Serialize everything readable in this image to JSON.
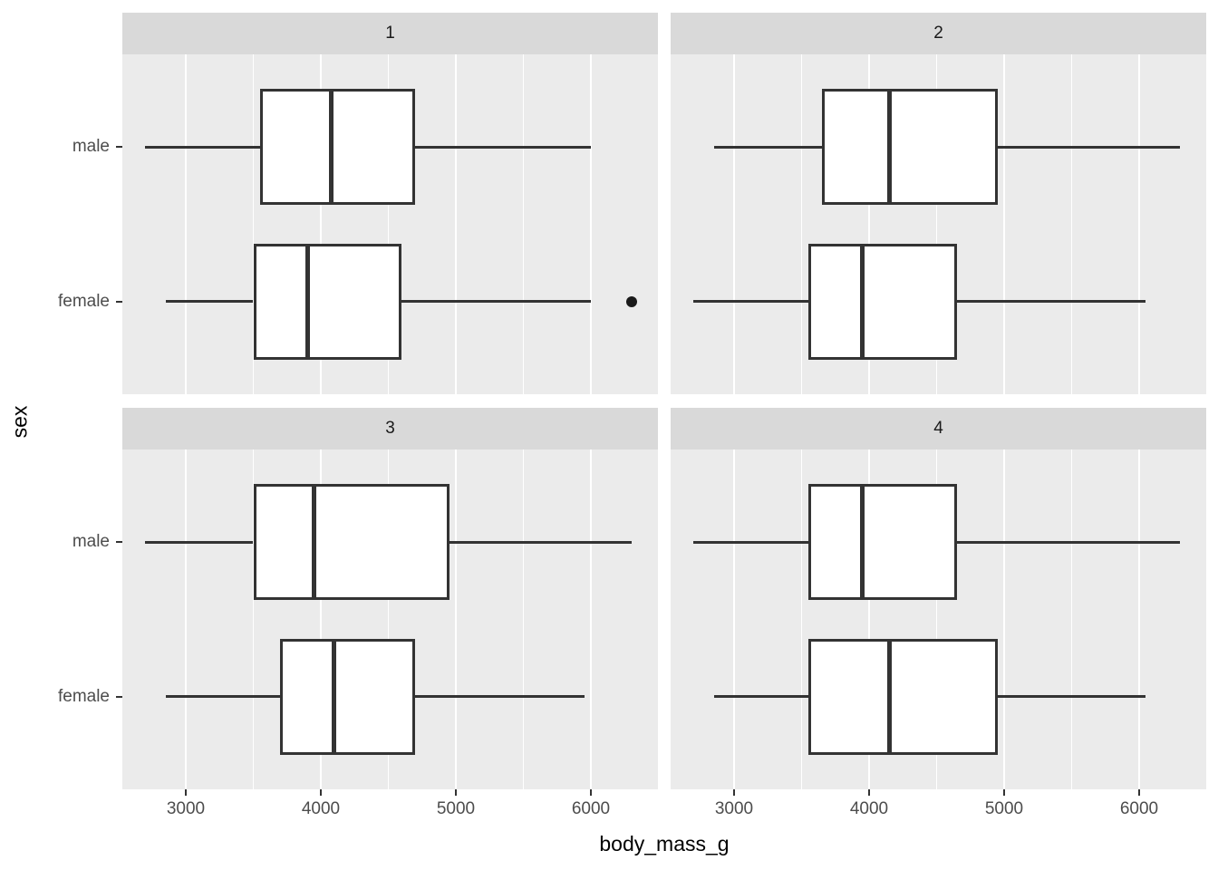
{
  "figure": {
    "background": "#ffffff",
    "panel_background": "#ebebeb",
    "strip_background": "#d9d9d9",
    "gridline_color": "#ffffff",
    "box_line_color": "#333333",
    "outlier_color": "#1a1a1a",
    "axis_text_color": "#4d4d4d",
    "axis_title_color": "#000000"
  },
  "axes": {
    "x_title": "body_mass_g",
    "y_title": "sex",
    "x_tick_labels": [
      "3000",
      "4000",
      "5000",
      "6000"
    ],
    "y_tick_labels": [
      "male",
      "female"
    ]
  },
  "chart_data": {
    "type": "boxplot",
    "orientation": "horizontal",
    "xlabel": "body_mass_g",
    "ylabel": "sex",
    "x_domain": [
      2530,
      6500
    ],
    "x_major_ticks": [
      3000,
      4000,
      5000,
      6000
    ],
    "x_minor_gridlines": [
      3500,
      4500,
      5500
    ],
    "y_categories": [
      "male",
      "female"
    ],
    "grid": true,
    "legend": "none",
    "facets": [
      {
        "label": "1",
        "boxes": [
          {
            "group": "male",
            "whisker_min": 2700,
            "q1": 3550,
            "median": 4075,
            "q3": 4700,
            "whisker_max": 6000,
            "outliers": []
          },
          {
            "group": "female",
            "whisker_min": 2850,
            "q1": 3500,
            "median": 3900,
            "q3": 4600,
            "whisker_max": 6000,
            "outliers": [
              6300
            ]
          }
        ]
      },
      {
        "label": "2",
        "boxes": [
          {
            "group": "male",
            "whisker_min": 2850,
            "q1": 3650,
            "median": 4150,
            "q3": 4950,
            "whisker_max": 6300,
            "outliers": []
          },
          {
            "group": "female",
            "whisker_min": 2700,
            "q1": 3550,
            "median": 3950,
            "q3": 4650,
            "whisker_max": 6050,
            "outliers": []
          }
        ]
      },
      {
        "label": "3",
        "boxes": [
          {
            "group": "male",
            "whisker_min": 2700,
            "q1": 3500,
            "median": 3950,
            "q3": 4950,
            "whisker_max": 6300,
            "outliers": []
          },
          {
            "group": "female",
            "whisker_min": 2850,
            "q1": 3700,
            "median": 4100,
            "q3": 4700,
            "whisker_max": 5950,
            "outliers": []
          }
        ]
      },
      {
        "label": "4",
        "boxes": [
          {
            "group": "male",
            "whisker_min": 2700,
            "q1": 3550,
            "median": 3950,
            "q3": 4650,
            "whisker_max": 6300,
            "outliers": []
          },
          {
            "group": "female",
            "whisker_min": 2850,
            "q1": 3550,
            "median": 4150,
            "q3": 4950,
            "whisker_max": 6050,
            "outliers": []
          }
        ]
      }
    ]
  }
}
